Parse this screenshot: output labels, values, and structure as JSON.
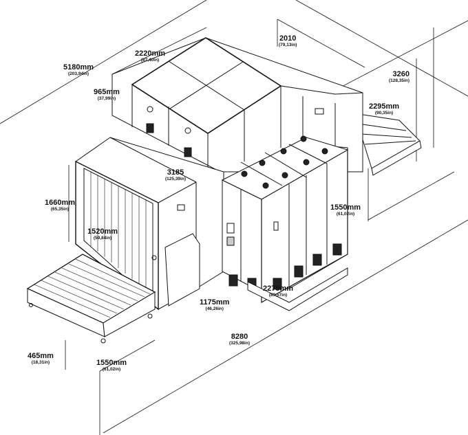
{
  "dimensions": {
    "overall_length_top": {
      "mm": "5180mm",
      "in": "(203,94in)"
    },
    "top_box_width": {
      "mm": "2220mm",
      "in": "(87,40in)"
    },
    "top_box_height": {
      "mm": "965mm",
      "in": "(37,99in)"
    },
    "rear_depth": {
      "mm": "2010",
      "in": "(79,13in)"
    },
    "total_height": {
      "mm": "3260",
      "in": "(128,35in)"
    },
    "rear_height": {
      "mm": "2295mm",
      "in": "(90,35in)"
    },
    "tunnel_length": {
      "mm": "3185",
      "in": "(125,39in)"
    },
    "tunnel_height": {
      "mm": "1660mm",
      "in": "(65,35in)"
    },
    "tunnel_width": {
      "mm": "1520mm",
      "in": "(59,84in)"
    },
    "rear_conveyor": {
      "mm": "1550mm",
      "in": "(61,02in)"
    },
    "cabinet_depth": {
      "mm": "1175mm",
      "in": "(46,26in)"
    },
    "cabinet_width": {
      "mm": "2275mm",
      "in": "(89,57in)"
    },
    "overall_length": {
      "mm": "8280",
      "in": "(325,98in)"
    },
    "conveyor_height": {
      "mm": "465mm",
      "in": "(18,31in)"
    },
    "front_conveyor": {
      "mm": "1550mm",
      "in": "(61,02in)"
    }
  },
  "colors": {
    "line": "#111111",
    "panel": "#ffffff",
    "vent": "#222222"
  }
}
